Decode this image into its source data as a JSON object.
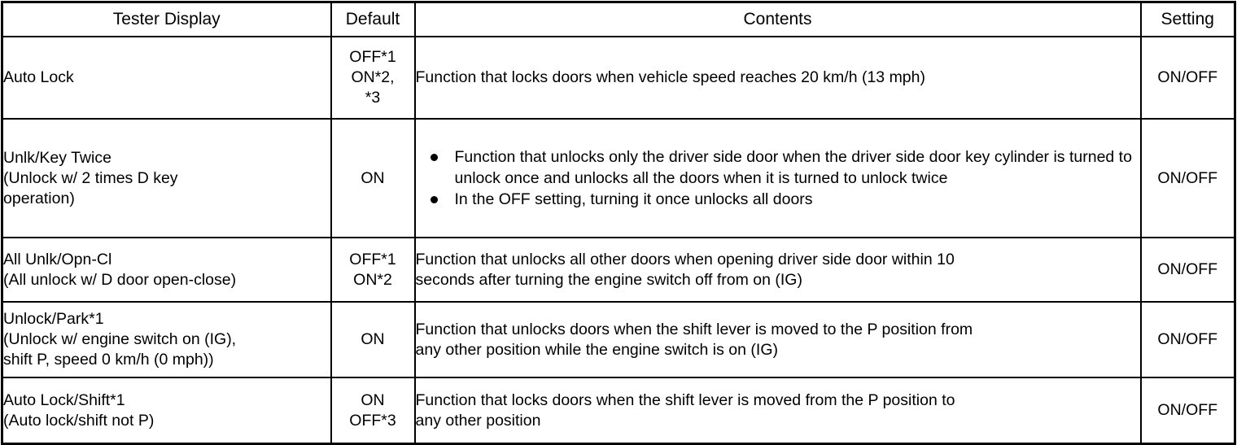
{
  "table": {
    "headers": [
      {
        "key": "tester_display",
        "label": "Tester Display"
      },
      {
        "key": "default",
        "label": "Default"
      },
      {
        "key": "contents",
        "label": "Contents"
      },
      {
        "key": "setting",
        "label": "Setting"
      }
    ],
    "rows": [
      {
        "tester_display": {
          "lines": [
            "Auto Lock"
          ]
        },
        "default": {
          "lines": [
            "OFF*1",
            "ON*2,",
            "*3"
          ]
        },
        "contents": {
          "type": "paragraph",
          "lines": [
            "Function that locks doors when vehicle speed reaches 20 km/h (13 mph)"
          ]
        },
        "setting": "ON/OFF"
      },
      {
        "tester_display": {
          "lines": [
            "Unlk/Key Twice",
            "(Unlock w/ 2 times D key",
            "operation)"
          ]
        },
        "default": {
          "lines": [
            "ON"
          ]
        },
        "contents": {
          "type": "bullets",
          "items": [
            "Function that unlocks only the driver side door when the driver side door key cylinder is turned to unlock once and unlocks all the doors when it is turned to unlock twice",
            "In the OFF setting, turning it once unlocks all doors"
          ]
        },
        "setting": "ON/OFF"
      },
      {
        "tester_display": {
          "lines": [
            "All Unlk/Opn-Cl",
            "(All unlock w/ D door open-close)"
          ]
        },
        "default": {
          "lines": [
            "OFF*1",
            "ON*2"
          ]
        },
        "contents": {
          "type": "paragraph",
          "lines": [
            "Function that unlocks all other doors when opening driver side door within 10",
            "seconds after turning the engine switch off from on (IG)"
          ]
        },
        "setting": "ON/OFF"
      },
      {
        "tester_display": {
          "lines": [
            "Unlock/Park*1",
            "(Unlock w/ engine switch on (IG),",
            "shift P, speed 0 km/h (0 mph))"
          ]
        },
        "default": {
          "lines": [
            "ON"
          ]
        },
        "contents": {
          "type": "paragraph",
          "lines": [
            "Function that unlocks doors when the shift lever is moved to the P position from",
            "any other position while the engine switch is on (IG)"
          ]
        },
        "setting": "ON/OFF"
      },
      {
        "tester_display": {
          "lines": [
            "Auto Lock/Shift*1",
            "(Auto lock/shift not P)"
          ]
        },
        "default": {
          "lines": [
            "ON",
            "OFF*3"
          ]
        },
        "contents": {
          "type": "paragraph",
          "lines": [
            "Function that locks doors when the shift lever is moved from the P position to",
            "any other position"
          ]
        },
        "setting": "ON/OFF"
      }
    ]
  }
}
